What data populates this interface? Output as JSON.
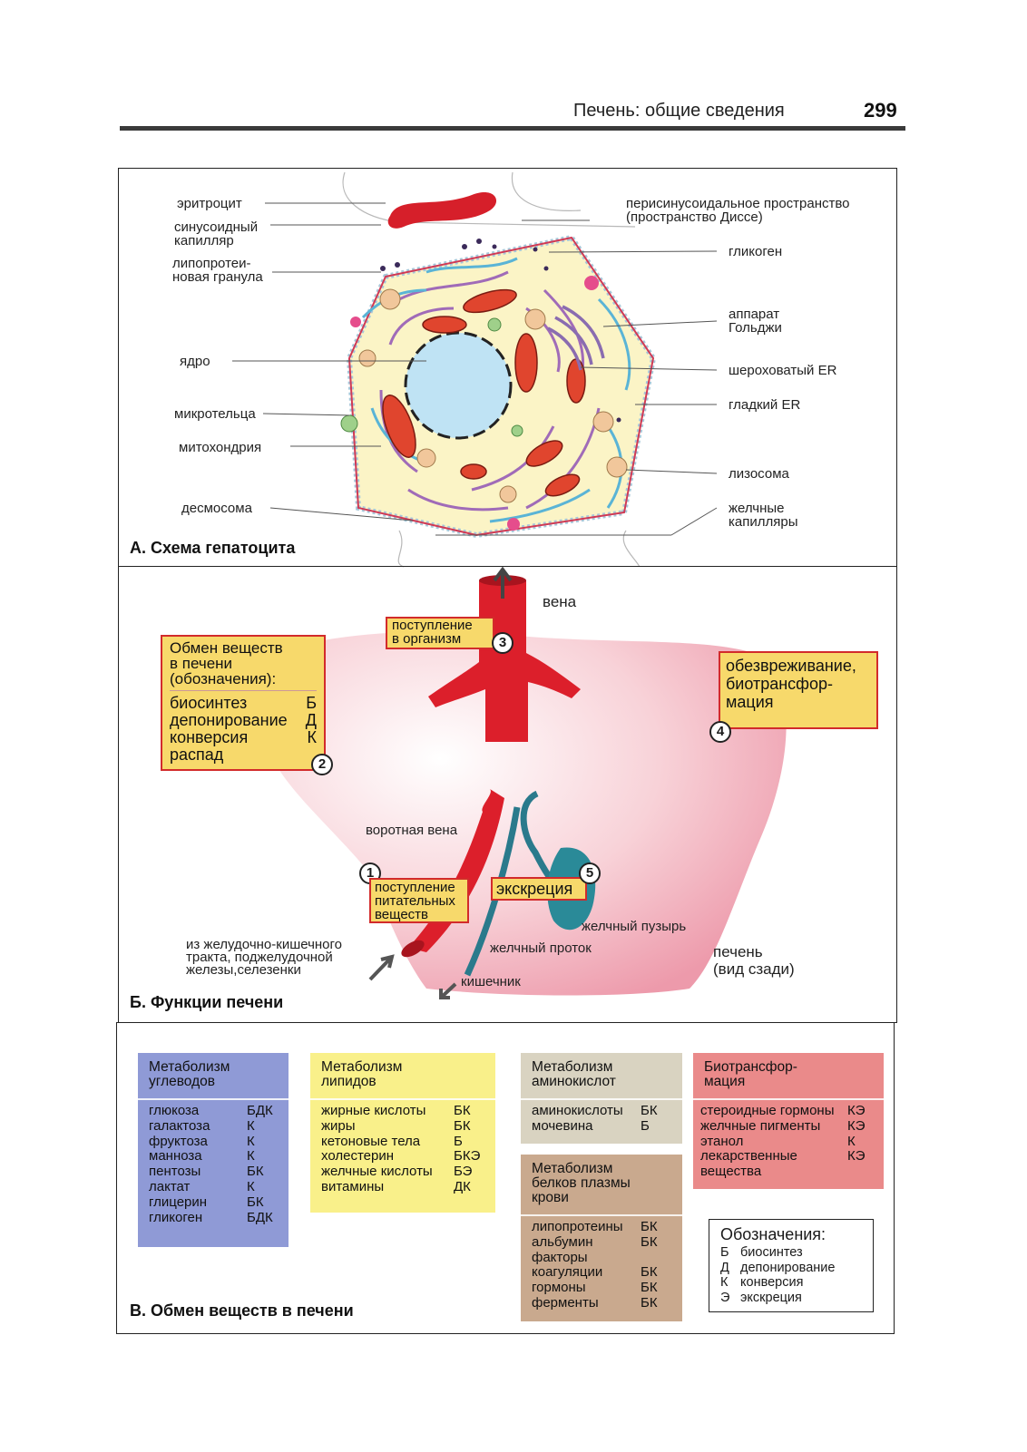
{
  "header": {
    "title": "Печень: общие сведения",
    "page": "299"
  },
  "sectionA": {
    "title": "А. Схема гепатоцита",
    "labels_left": [
      "эритроцит",
      "синусоидный\nкапилляр",
      "липопротеи-\nновая гранула",
      "ядро",
      "микротельца",
      "митохондрия",
      "десмосома"
    ],
    "labels_right": [
      "перисинусоидальное пространство\n(пространство Диссе)",
      "гликоген",
      "аппарат\nГольджи",
      "шероховатый ER",
      "гладкий ER",
      "лизосома",
      "желчные\nкапилляры"
    ]
  },
  "sectionB": {
    "title": "Б. Функции печени",
    "legend_title": "Обмен веществ\nв печени\n(обозначения):",
    "legend_items": [
      {
        "label": "биосинтез",
        "code": "Б"
      },
      {
        "label": "депонирование",
        "code": "Д"
      },
      {
        "label": "конверсия",
        "code": "К"
      },
      {
        "label": "распад",
        "code": ""
      }
    ],
    "vena": "вена",
    "intake_organism": "поступление\nв организм",
    "detox": "обезвреживание,\nбиотрансфор-\nмация",
    "portal_vein": "воротная вена",
    "nutrients": "поступление\nпитательных\nвеществ",
    "excretion": "экскреция",
    "gallbladder": "желчный пузырь",
    "bile_duct": "желчный проток",
    "from_gi": "из желудочно-кишечного\nтракта, поджелудочной\nжелезы,селезенки",
    "intestine": "кишечник",
    "liver": "печень\n(вид сзади)",
    "numbers": [
      "1",
      "2",
      "3",
      "4",
      "5"
    ]
  },
  "sectionC": {
    "title": "В. Обмен веществ в печени",
    "carbs": {
      "title": "Метаболизм\nуглеводов",
      "color": "#8f9ad6",
      "rows": [
        [
          "глюкоза",
          "БДК"
        ],
        [
          "галактоза",
          "К"
        ],
        [
          "фруктоза",
          "К"
        ],
        [
          "манноза",
          "К"
        ],
        [
          "пентозы",
          "БК"
        ],
        [
          "лактат",
          "К"
        ],
        [
          "глицерин",
          "БК"
        ],
        [
          "гликоген",
          "БДК"
        ]
      ]
    },
    "lipids": {
      "title": "Метаболизм\nлипидов",
      "color": "#f9f08a",
      "rows": [
        [
          "жирные кислоты",
          "БК"
        ],
        [
          "жиры",
          "БК"
        ],
        [
          "кетоновые тела",
          "Б"
        ],
        [
          "холестерин",
          "БКЭ"
        ],
        [
          "желчные кислоты",
          "БЭ"
        ],
        [
          "витамины",
          "ДК"
        ]
      ]
    },
    "amino": {
      "title": "Метаболизм\nаминокислот",
      "color": "#d9d3c1",
      "rows": [
        [
          "аминокислоты",
          "БК"
        ],
        [
          "мочевина",
          "Б"
        ]
      ]
    },
    "plasma": {
      "title": "Метаболизм\nбелков плазмы\nкрови",
      "color": "#c9a98e",
      "rows": [
        [
          "липопротеины",
          "БК"
        ],
        [
          "альбумин",
          "БК"
        ],
        [
          "факторы",
          ""
        ],
        [
          "коагуляции",
          "БК"
        ],
        [
          "гормоны",
          "БК"
        ],
        [
          "ферменты",
          "БК"
        ]
      ]
    },
    "biotrans": {
      "title": "Биотрансфор-\nмация",
      "color": "#ea8a8a",
      "rows": [
        [
          "стероидные гормоны",
          "КЭ"
        ],
        [
          "желчные пигменты",
          "КЭ"
        ],
        [
          "этанол",
          "К"
        ],
        [
          "лекарственные",
          "КЭ"
        ],
        [
          "вещества",
          ""
        ]
      ]
    },
    "legend": {
      "title": "Обозначения:",
      "rows": [
        [
          "Б",
          "биосинтез"
        ],
        [
          "Д",
          "депонирование"
        ],
        [
          "К",
          "конверсия"
        ],
        [
          "Э",
          "экскреция"
        ]
      ]
    }
  }
}
